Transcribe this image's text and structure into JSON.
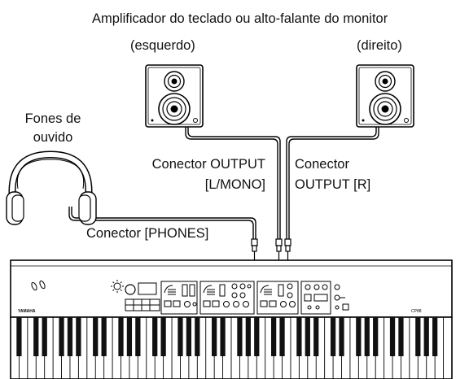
{
  "labels": {
    "amp_title": "Amplificador do teclado ou alto-falante do monitor",
    "left_side": "(esquerdo)",
    "right_side": "(direito)",
    "headphones_line1": "Fones de",
    "headphones_line2": "ouvido",
    "output_l_line1": "Conector OUTPUT",
    "output_l_line2": "[L/MONO]",
    "output_r_line1": "Conector",
    "output_r_line2": "OUTPUT [R]",
    "phones_jack": "Conector [PHONES]"
  },
  "keyboard": {
    "brand": "YAMAHA",
    "model": "CP88"
  },
  "colors": {
    "line": "#000000",
    "fill": "#ffffff",
    "key_black": "#111111"
  }
}
